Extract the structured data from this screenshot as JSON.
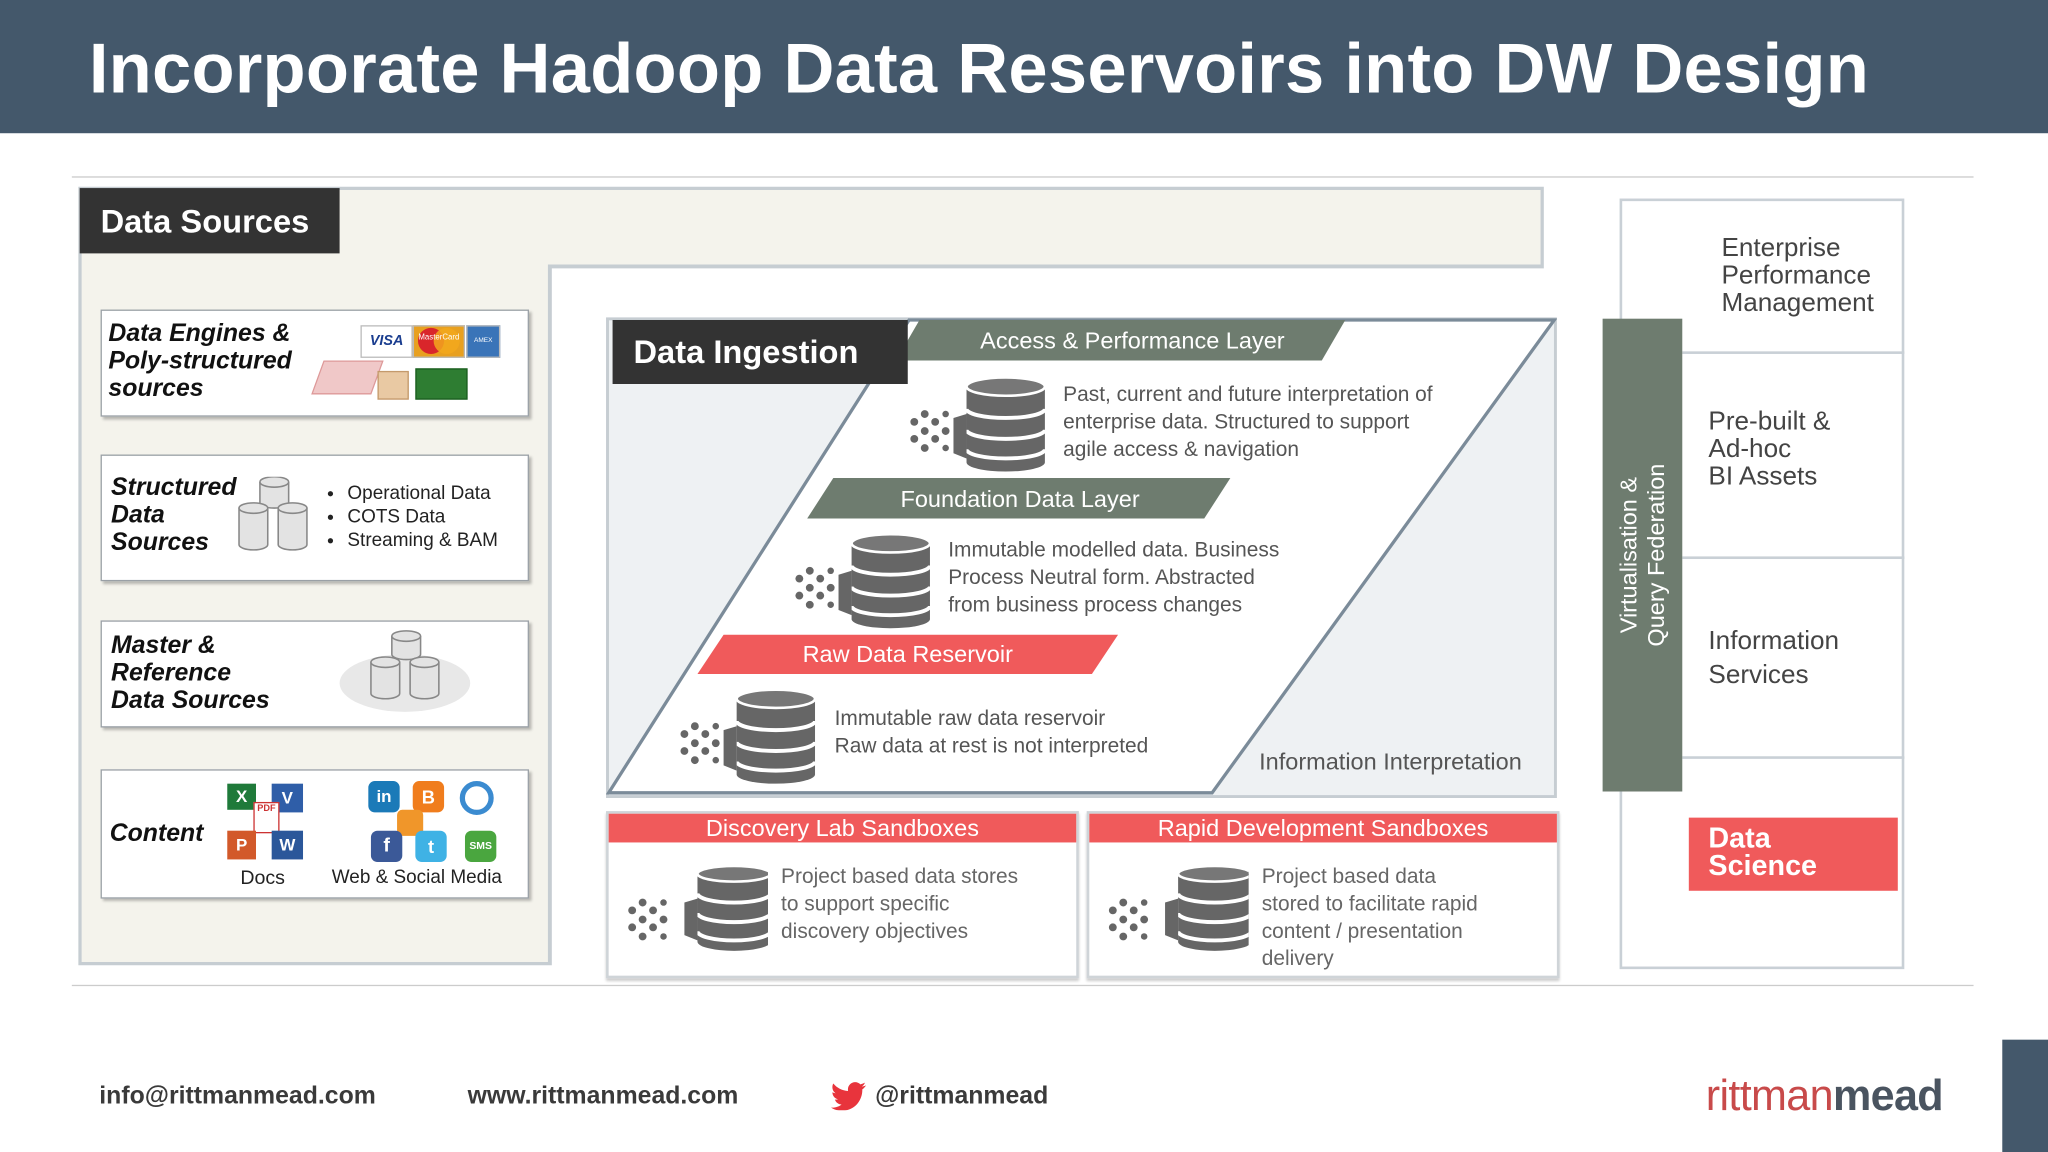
{
  "slide": {
    "title": "Incorporate Hadoop Data Reservoirs into DW Design"
  },
  "data_sources": {
    "label": "Data Sources",
    "boxes": [
      {
        "title": "Data Engines & Poly-structured sources",
        "lines": [
          "Data Engines &",
          "Poly-structured",
          "sources"
        ],
        "card_logos": [
          "VISA",
          "MasterCard",
          "AMEX"
        ]
      },
      {
        "title": "Structured Data Sources",
        "lines": [
          "Structured",
          "Data",
          "Sources"
        ],
        "bullets": [
          "Operational Data",
          "COTS Data",
          "Streaming & BAM"
        ]
      },
      {
        "title": "Master & Reference Data Sources",
        "lines": [
          "Master  &",
          "Reference",
          "Data Sources"
        ]
      },
      {
        "title": "Content",
        "lines": [
          "Content"
        ],
        "captions": [
          "Docs",
          "Web & Social Media"
        ],
        "icon_badges": [
          "PDF",
          "SMS"
        ]
      }
    ]
  },
  "ingestion": {
    "label": "Data Ingestion",
    "layers": [
      {
        "name": "Access & Performance Layer",
        "description": [
          "Past, current and future interpretation of",
          "enterprise data.  Structured to support",
          "agile access & navigation"
        ],
        "color": "#6e7c6f"
      },
      {
        "name": "Foundation Data Layer",
        "description": [
          "Immutable modelled data. Business",
          "Process Neutral form.  Abstracted",
          "from business process changes"
        ],
        "color": "#6e7c6f"
      },
      {
        "name": "Raw Data Reservoir",
        "description": [
          "Immutable raw data reservoir",
          "Raw data at rest is not interpreted"
        ],
        "color": "#f05a5b"
      }
    ],
    "interpretation_label": "Information Interpretation"
  },
  "sandboxes": [
    {
      "name": "Discovery Lab Sandboxes",
      "description": [
        "Project based data stores",
        "to support specific",
        "discovery objectives"
      ]
    },
    {
      "name": "Rapid Development Sandboxes",
      "description": [
        "Project based data",
        "stored to facilitate rapid",
        "content / presentation",
        "delivery"
      ]
    }
  ],
  "right_panel": {
    "virtualisation_lines": [
      "Virtualisation &",
      "Query Federation"
    ],
    "items": [
      {
        "lines": [
          "Enterprise",
          "Performance",
          "Management"
        ]
      },
      {
        "lines": [
          "Pre-built &",
          "Ad-hoc",
          "BI Assets"
        ]
      },
      {
        "lines": [
          "Information",
          "Services"
        ]
      }
    ],
    "highlight_lines": [
      "Data",
      "Science"
    ]
  },
  "footer": {
    "email": "info@rittmanmead.com",
    "website": "www.rittmanmead.com",
    "twitter": "@rittmanmead",
    "logo_part1": "rittman",
    "logo_part2": "mead"
  },
  "colors": {
    "header_bg": "#44586b",
    "accent_red": "#f05a5b",
    "layer_green": "#6e7c6f",
    "dark_label": "#333333"
  },
  "icons": {
    "database": "database-icon",
    "twitter": "twitter-bird-icon"
  }
}
